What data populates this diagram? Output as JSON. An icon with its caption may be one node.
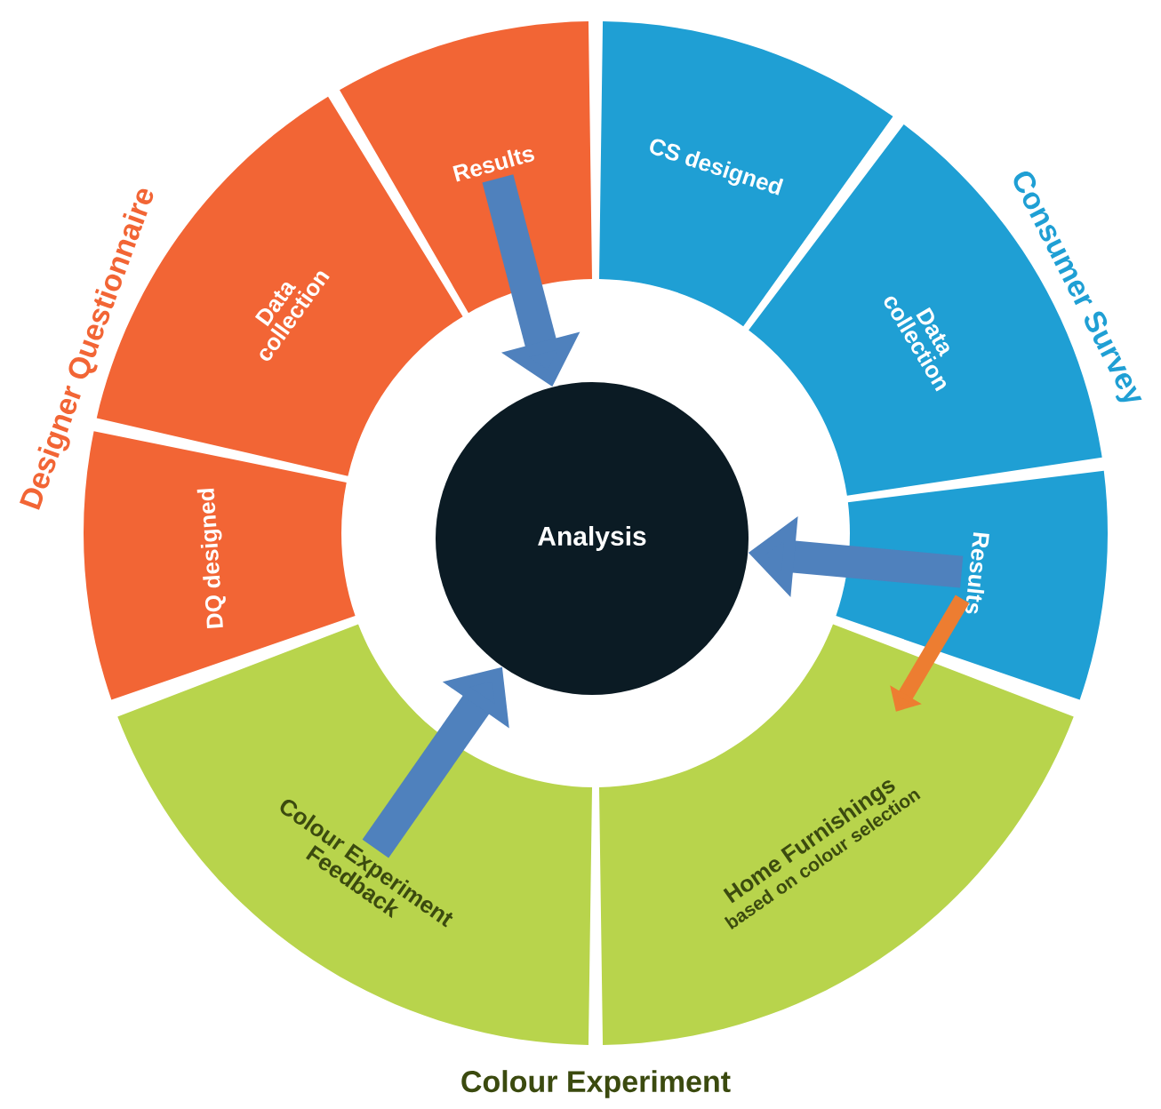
{
  "diagram": {
    "nodes": [
      {
        "text": [
          "Analysis"
        ]
      },
      {
        "text": [
          "Results"
        ]
      },
      {
        "text": [
          "Data collection"
        ]
      },
      {
        "text": [
          "DQ designed"
        ]
      },
      {
        "text": [
          "CS designed"
        ]
      },
      {
        "text": [
          "Data collection"
        ]
      },
      {
        "text": [
          "Results"
        ]
      },
      {
        "text": [
          "Colour Experiment Feedback"
        ]
      },
      {
        "text": [
          "Home Furnishings",
          "based on colour selection"
        ]
      }
    ],
    "edges": [
      {
        "from": 1,
        "to": 0,
        "arrow": "to"
      },
      {
        "from": 6,
        "to": 0,
        "arrow": "to"
      },
      {
        "from": 7,
        "to": 0,
        "arrow": "to"
      },
      {
        "from": 6,
        "to": 8,
        "arrow": "to",
        "color": "#ed7d31"
      }
    ],
    "labels": [
      "Designer Questionnaire",
      "Consumer Survey",
      "Colour Experiment"
    ]
  }
}
